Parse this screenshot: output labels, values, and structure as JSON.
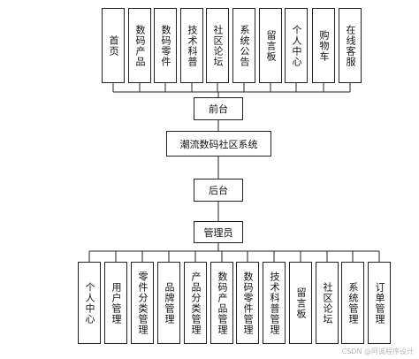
{
  "front_modules": [
    "首页",
    "数码产品",
    "数码零件",
    "技术科普",
    "社区论坛",
    "系统公告",
    "留言板",
    "个人中心",
    "购物车",
    "在线客服"
  ],
  "front_node": "前台",
  "system_node": "潮流数码社区系统",
  "back_node": "后台",
  "admin_node": "管理员",
  "back_modules": [
    "个人中心",
    "用户管理",
    "零件分类管理",
    "品牌管理",
    "产品分类管理",
    "数码产品管理",
    "数码零件管理",
    "技术科普管理",
    "留言板",
    "社区论坛",
    "系统管理",
    "订单管理"
  ],
  "watermark": "CSDN @阿诚程序设计"
}
